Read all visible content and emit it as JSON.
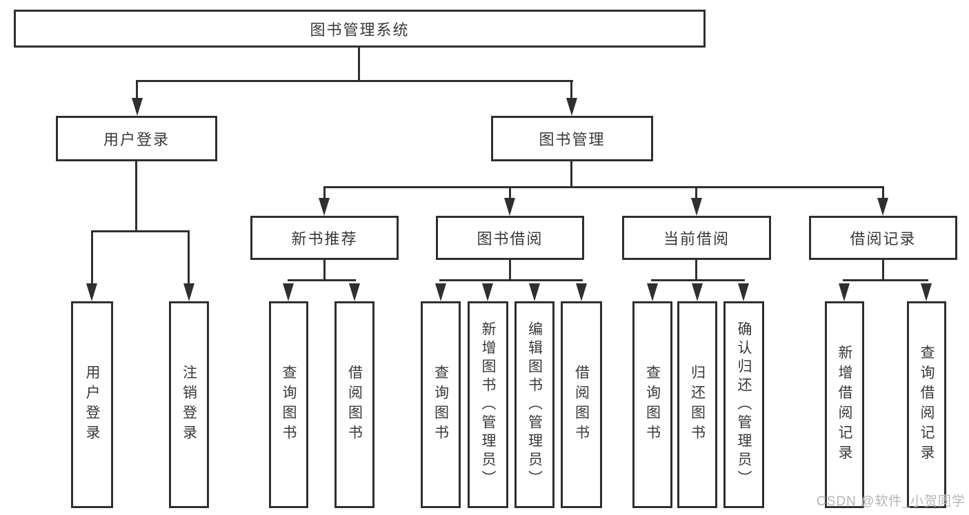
{
  "colors": {
    "line": "#2f2f2f",
    "box_border": "#2f2f2f",
    "text": "#383838",
    "watermark": "#b5b5b5",
    "background": "#ffffff"
  },
  "watermark": {
    "text": "CSDN @软件_小贺同学"
  },
  "tree": {
    "root": {
      "label": "图书管理系统"
    },
    "branches": [
      {
        "label": "用户登录",
        "children": [
          {
            "label": "用户登录"
          },
          {
            "label": "注销登录"
          }
        ]
      },
      {
        "label": "图书管理",
        "children": [
          {
            "label": "新书推荐",
            "children": [
              {
                "label": "查询图书"
              },
              {
                "label": "借阅图书"
              }
            ]
          },
          {
            "label": "图书借阅",
            "children": [
              {
                "label": "查询图书"
              },
              {
                "label": "新增图书（管理员）"
              },
              {
                "label": "编辑图书（管理员）"
              },
              {
                "label": "借阅图书"
              }
            ]
          },
          {
            "label": "当前借阅",
            "children": [
              {
                "label": "查询图书"
              },
              {
                "label": "归还图书"
              },
              {
                "label": "确认归还（管理员）"
              }
            ]
          },
          {
            "label": "借阅记录",
            "children": [
              {
                "label": "新增借阅记录"
              },
              {
                "label": "查询借阅记录"
              }
            ]
          }
        ]
      }
    ]
  }
}
